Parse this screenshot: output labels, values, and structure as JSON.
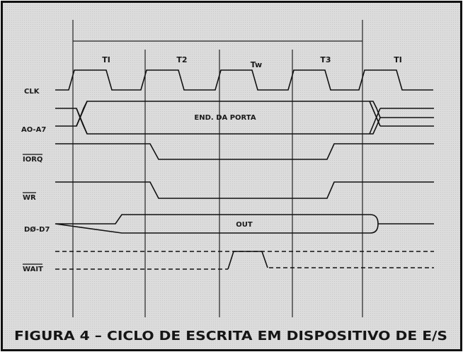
{
  "figure": {
    "caption": "FIGURA 4 – CICLO DE ESCRITA EM DISPOSITIVO DE E/S"
  },
  "periods": [
    "TI",
    "T2",
    "Tw",
    "T3",
    "TI"
  ],
  "signals": {
    "clk": "CLK",
    "addr": "AO-A7",
    "iorq": "IORQ",
    "wr": "WR",
    "data": "DØ-D7",
    "wait": "WAIT"
  },
  "bus_labels": {
    "addr": "END. DA PORTA",
    "data": "OUT"
  },
  "colors": {
    "background": "#d9d9d9",
    "ink": "#111111",
    "border": "#111111"
  }
}
